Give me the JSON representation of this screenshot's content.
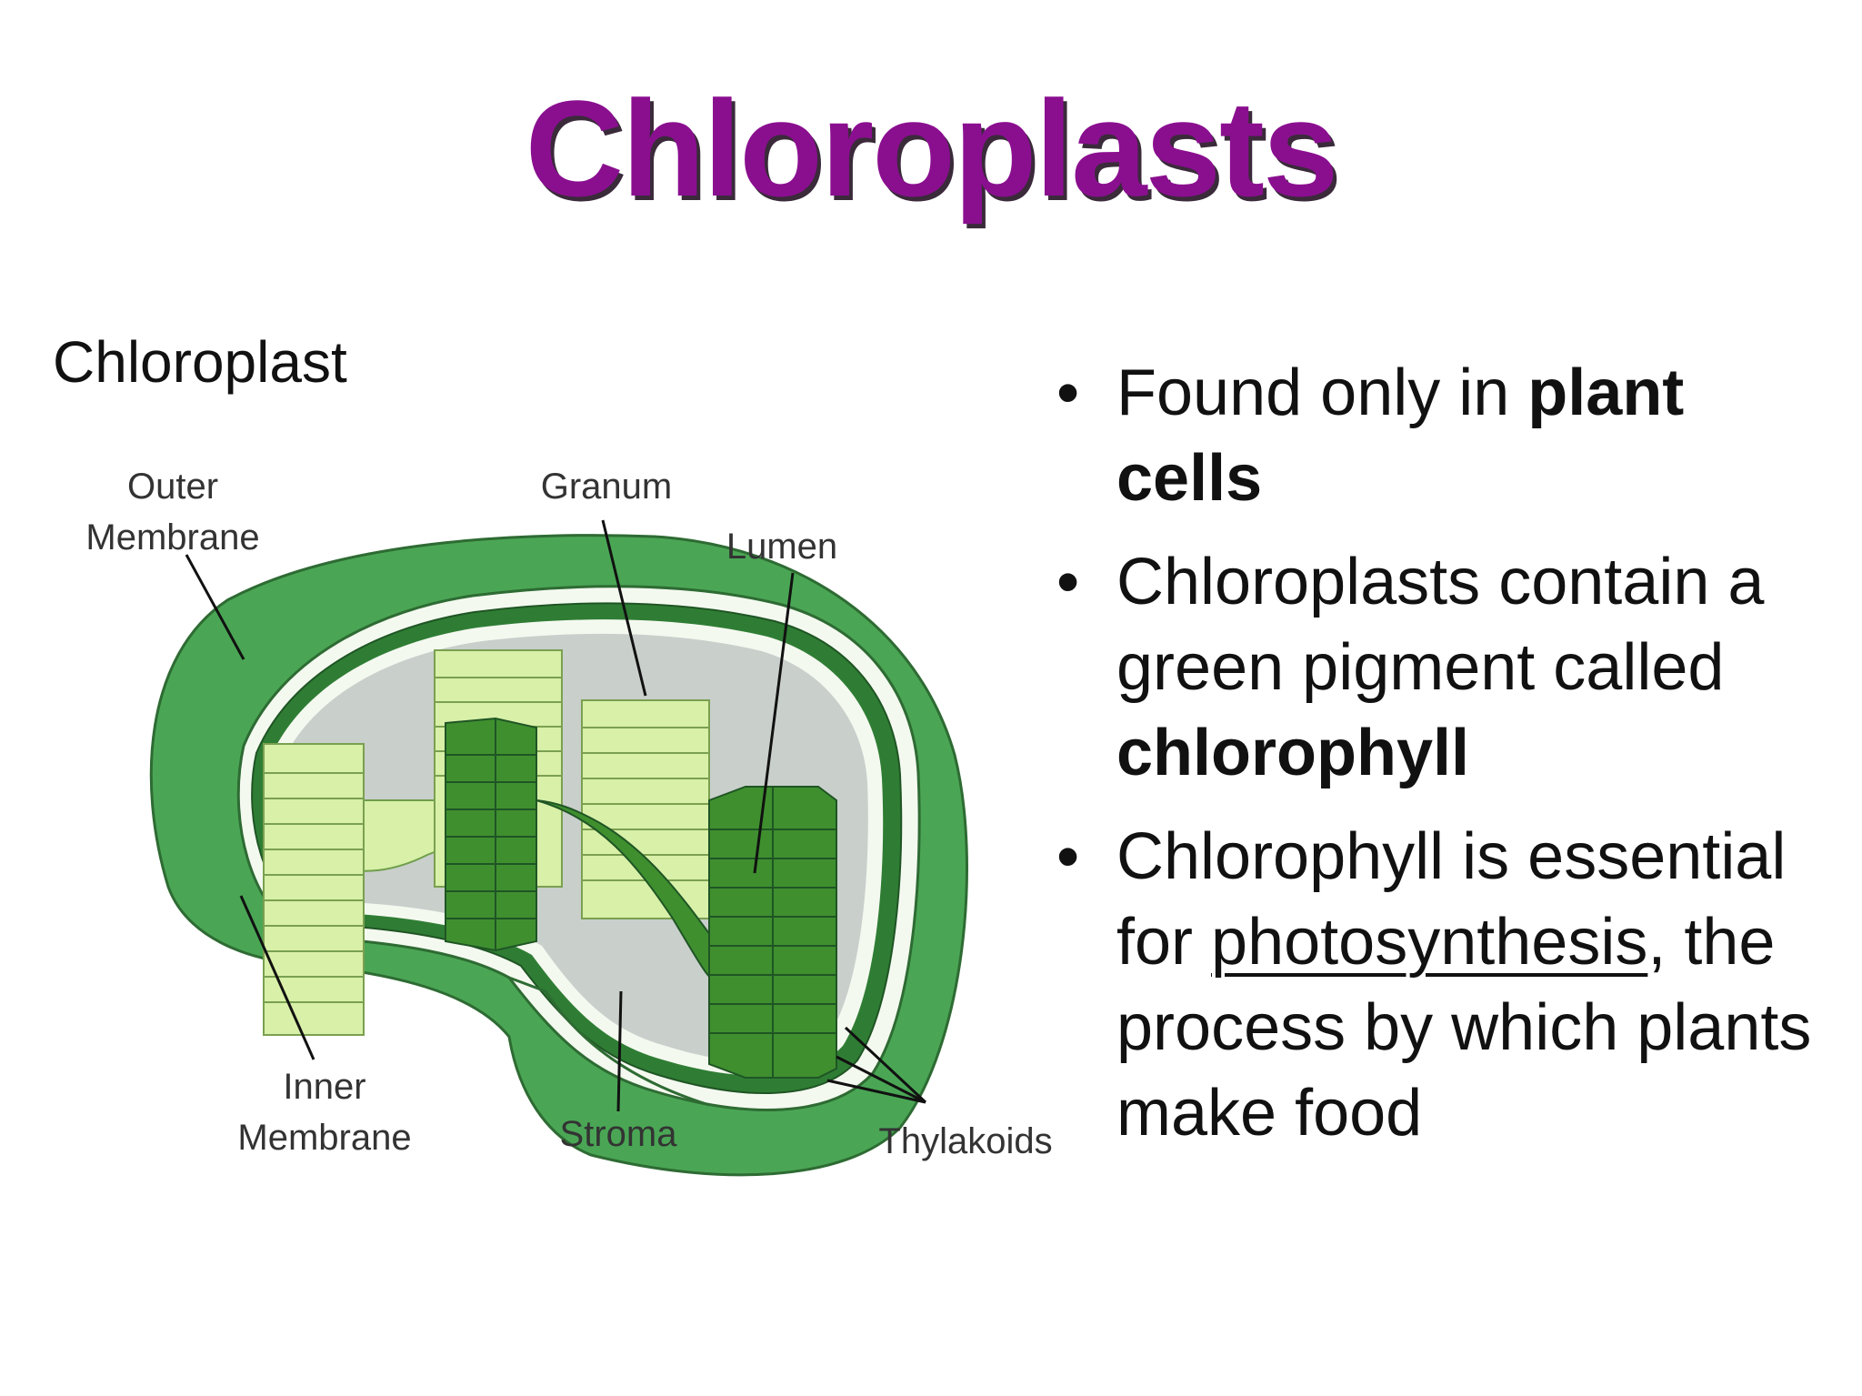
{
  "title": "Chloroplasts",
  "diagram": {
    "heading": "Chloroplast",
    "labels": {
      "outer_membrane_1": "Outer",
      "outer_membrane_2": "Membrane",
      "granum": "Granum",
      "lumen": "Lumen",
      "inner_membrane_1": "Inner",
      "inner_membrane_2": "Membrane",
      "stroma": "Stroma",
      "thylakoids": "Thylakoids"
    },
    "colors": {
      "outer_green": "#4aa655",
      "inner_green": "#2f7d34",
      "dark_thylakoid": "#3f8f2f",
      "light_thylakoid": "#d8f0a8",
      "stroma_gray": "#c9cfcb",
      "membrane_white": "#f4f9f0",
      "label_gray": "#333333"
    }
  },
  "bullets": [
    {
      "before": "Found only in ",
      "bold": "plant cells",
      "after": ""
    },
    {
      "before": "Chloroplasts contain a green pigment called ",
      "bold": "chlorophyll",
      "after": ""
    },
    {
      "before": "Chlorophyll is essential for ",
      "underline": "photosynthesis",
      "after": ", the process by which plants make food"
    }
  ],
  "bullet_symbol": "•",
  "title_color": "#8a0f8f"
}
